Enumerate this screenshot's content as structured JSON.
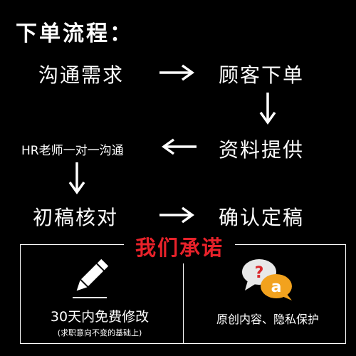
{
  "title": "下单流程：",
  "steps": {
    "communicate": "沟通需求",
    "order": "顾客下单",
    "materials": "资料提供",
    "hr_one_on_one": "HR老师一对一沟通",
    "first_draft": "初稿核对",
    "confirm": "确认定稿"
  },
  "promise": {
    "heading": "我们承诺",
    "left_main": "30天内免费修改",
    "left_sub": "(求职意向不变的基础上)",
    "right_main": "原创内容、隐私保护",
    "qa_q": "?",
    "qa_a": "a"
  },
  "colors": {
    "background": "#000000",
    "text": "#ffffff",
    "promise": "#e8222a",
    "bubble": "#e8e8e8",
    "question_mark": "#d9262a",
    "answer_bubble": "#f2a21e"
  },
  "icons": [
    "pencil-icon",
    "qa-bubbles-icon"
  ]
}
